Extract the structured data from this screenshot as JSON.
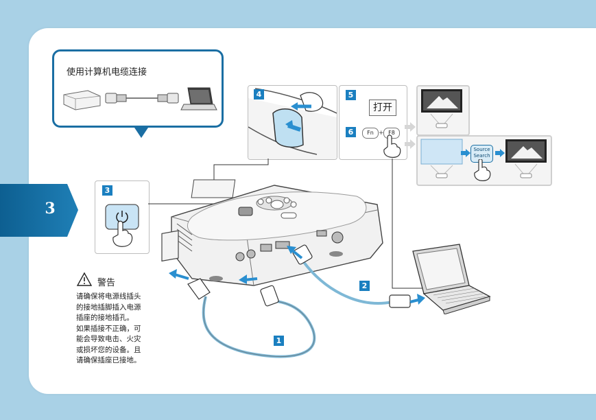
{
  "section": {
    "number": "3"
  },
  "callout": {
    "title": "使用计算机电缆连接"
  },
  "steps": {
    "power": "3",
    "lens_cover": "4",
    "turn_on": "5",
    "fn_combo": "6",
    "power_cable": "1",
    "computer_cable": "2"
  },
  "turn_on": {
    "label": "打开"
  },
  "keys": {
    "fn": "Fn",
    "f8": "F8",
    "plus": "+"
  },
  "source_search": {
    "line1": "Source",
    "line2": "Search"
  },
  "warning": {
    "title": "警告",
    "lines": [
      "请确保将电源线插头",
      "的接地插脚插入电源",
      "插座的接地插孔。",
      "如果插接不正确，可",
      "能会导致电击、火灾",
      "或损坏您的设备。且",
      "请确保插座已接地。"
    ]
  },
  "colors": {
    "accent": "#1a7fc0",
    "background": "#a9d1e6",
    "cable": "#7eb8d6"
  }
}
